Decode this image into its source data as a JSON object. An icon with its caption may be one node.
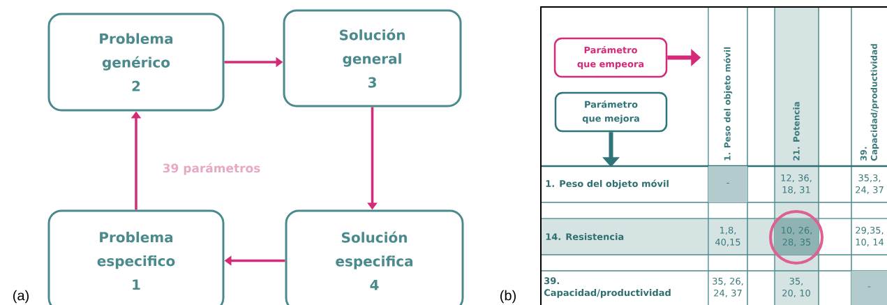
{
  "diagram": {
    "nodes": [
      {
        "text": [
          "Problema genérico",
          "2"
        ]
      },
      {
        "text": [
          "Solución general",
          "3"
        ]
      },
      {
        "text": [
          "Problema especifico",
          "1"
        ]
      },
      {
        "text": [
          "Solución especifica",
          "4"
        ]
      },
      {
        "text": [
          "Parámetro que empeora"
        ]
      },
      {
        "text": [
          "Parámetro que mejora"
        ]
      }
    ],
    "edges": [
      {
        "from": 0,
        "to": 1,
        "arrow": "to"
      },
      {
        "from": 1,
        "to": 3,
        "arrow": "to"
      },
      {
        "from": 3,
        "to": 2,
        "arrow": "to"
      },
      {
        "from": 2,
        "to": 0,
        "arrow": "to"
      },
      {
        "from": 4,
        "to": null,
        "arrow": "to"
      },
      {
        "from": 5,
        "to": null,
        "arrow": "to",
        "color": "#2f7478"
      }
    ],
    "labels": [
      "(a)",
      "39 parámetros",
      "(b)",
      "1. Peso del objeto móvil",
      "21. Potencia",
      "39. Capacidad/productividad",
      "1. Peso del objeto móvil",
      "-",
      "12, 36, 18, 31",
      "35,3, 24, 37",
      "14. Resistencia",
      "1,8, 40,15",
      "10, 26, 28, 35",
      "29,35, 10, 14",
      "39. Capacidad/productividad",
      "35, 26, 24, 37",
      "35, 20, 10",
      "-"
    ]
  }
}
